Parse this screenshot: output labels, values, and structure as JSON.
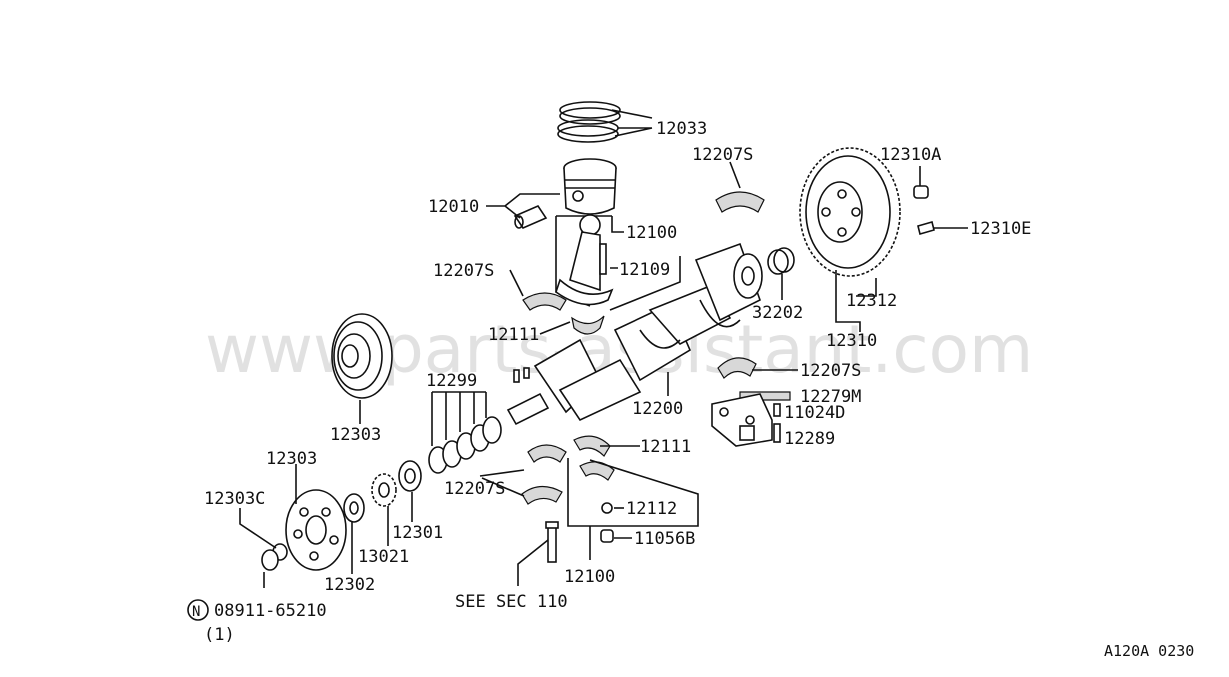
{
  "watermark": "www.parts-assistant.com",
  "diagram_code": "A120A 0230",
  "parts": {
    "p12033": "12033",
    "p12010": "12010",
    "p12100a": "12100",
    "p12109": "12109",
    "p12207s_a": "12207S",
    "p12207s_b": "12207S",
    "p12207s_c": "12207S",
    "p12207s_d": "12207S",
    "p12111a": "12111",
    "p12111b": "12111",
    "p12310a": "12310A",
    "p12310e": "12310E",
    "p32202": "32202",
    "p12312": "12312",
    "p12310": "12310",
    "p12279m": "12279M",
    "p11024d": "11024D",
    "p12289": "12289",
    "p12200": "12200",
    "p12299": "12299",
    "p12303a": "12303",
    "p12303b": "12303",
    "p12303c": "12303C",
    "p12301": "12301",
    "p13021": "13021",
    "p12302": "12302",
    "p12112": "12112",
    "p11056b": "11056B",
    "p12100b": "12100",
    "see_sec": "SEE SEC 110",
    "p08911": "08911-65210",
    "qty": "(1)",
    "n_symbol": "N"
  }
}
